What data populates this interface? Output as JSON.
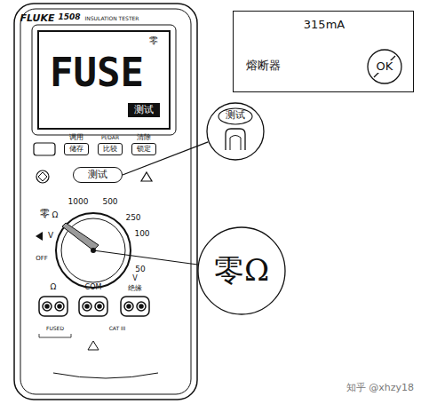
{
  "diagram": {
    "nodes": [
      {
        "text": [
          "315mA",
          "熔断器"
        ]
      },
      {
        "text": [
          "OK"
        ],
        "in": 0
      },
      {
        "text": [
          "FUSE",
          "零"
        ]
      },
      {
        "text": [
          "测试"
        ],
        "in": 2
      },
      {
        "text": [
          "储存"
        ]
      },
      {
        "text": [
          "比较"
        ]
      },
      {
        "text": [
          "锁定"
        ]
      },
      {
        "text": [
          "测试"
        ]
      },
      {
        "text": [
          "测试"
        ]
      },
      {
        "text": [
          "零Ω"
        ]
      }
    ],
    "edges": [
      {
        "from": 8,
        "to": 7,
        "arrow": "none"
      }
    ],
    "labels": [
      "FLUKE",
      "1508",
      "INSULATION TESTER",
      "调用",
      "PI/DAR",
      "清除",
      "1000",
      "500",
      "250",
      "100",
      "50",
      "零",
      "Ω",
      "V",
      "OFF",
      "Ω",
      "COM",
      "V",
      "绝缘",
      "FUSED",
      "CAT III",
      "知乎 @xhzy18"
    ]
  }
}
